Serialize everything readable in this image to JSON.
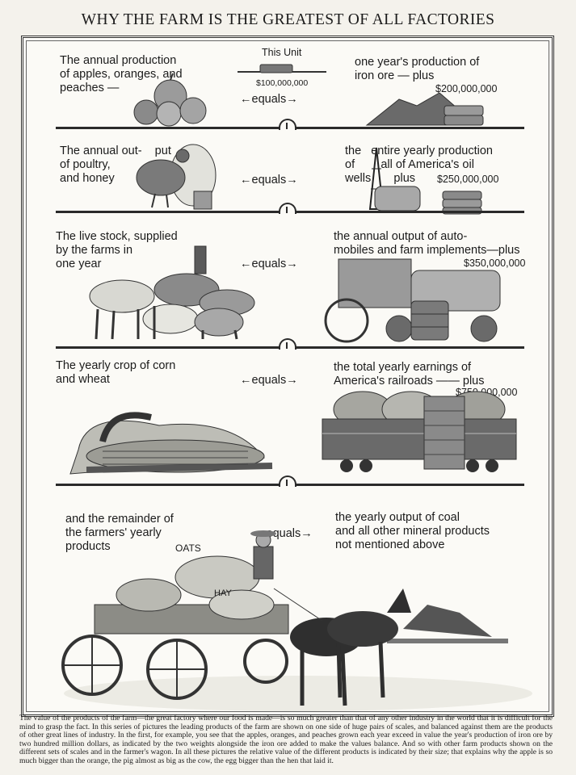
{
  "title": "WHY THE FARM IS THE GREATEST OF ALL FACTORIES",
  "panel1": {
    "left": "The annual production\nof apples, oranges, and\npeaches —",
    "unit_label": "This Unit",
    "unit_value": "$100,000,000",
    "equals": "←equals→",
    "right": "one year's production of\niron ore — plus",
    "right_value": "$200,000,000"
  },
  "panel2": {
    "left": "The annual out-    put\nof poultry,              eggs,\nand honey",
    "equals": "←equals→",
    "right": "the   entire yearly production\nof        all of America's oil\nwells       plus",
    "right_value": "$250,000,000"
  },
  "panel3": {
    "left": "The live stock, supplied\nby the farms in\none year",
    "equals": "←equals→",
    "right": "the annual output of auto-\nmobiles and farm implements—plus",
    "right_value": "$350,000,000"
  },
  "panel4": {
    "left": "The yearly crop of corn\nand wheat",
    "equals": "←equals→",
    "right": "the total yearly earnings of\nAmerica's railroads —— plus",
    "right_value": "$750,000,000"
  },
  "panel5": {
    "left": "and the remainder of\nthe farmers' yearly\nproducts",
    "equals": "←equals→",
    "right": "the yearly output of coal\nand all other mineral products\nnot mentioned above",
    "sack_oats": "OATS",
    "sack_hay": "HAY"
  },
  "caption": "The value of the products of the farm—the great factory where our food is made—is so much greater than that of any other industry in the world that it is difficult for the mind to grasp the fact. In this series of pictures the leading products of the farm are shown on one side of huge pairs of scales, and balanced against them are the products of other great lines of industry. In the first, for example, you see that the apples, oranges, and peaches grown each year exceed in value the year's production of iron ore by two hundred million dollars, as indicated by the two weights alongside the iron ore added to make the values balance. And so with other farm products shown on the different sets of scales and in the farmer's wagon. In all these pictures the relative value of the different products is indicated by their size; that explains why the apple is so much bigger than the orange, the pig almost as big as the cow, the egg bigger than the hen that laid it."
}
